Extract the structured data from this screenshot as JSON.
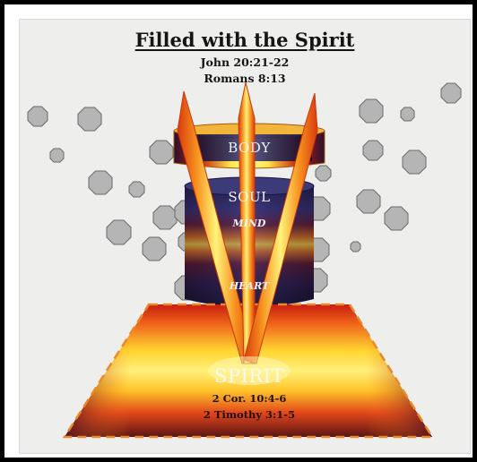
{
  "slide": {
    "title": "Filled with the Spirit",
    "references_top": [
      "John 20:21-22",
      "Romans 8:13"
    ],
    "references_bottom": [
      "2 Cor. 10:4-6",
      "2 Timothy 3:1-5"
    ]
  },
  "layers": {
    "body": "BODY",
    "soul": "SOUL",
    "mind": "MIND",
    "heart": "HEART",
    "spirit": "SPIRIT"
  },
  "colors": {
    "background": "#eeeeed",
    "fire_yellow": "#ffe94a",
    "fire_orange": "#f5851c",
    "fire_red": "#c4220c",
    "dark_core": "#2a1030",
    "navy": "#23254f",
    "octagon_fill": "#b5b5b5",
    "octagon_stroke": "#6b6b6b"
  },
  "icons": [
    "octagon-shape",
    "flame-arrow",
    "layered-cylinder",
    "fire-platform"
  ]
}
